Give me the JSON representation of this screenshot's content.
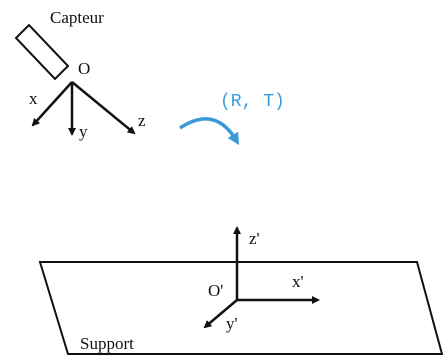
{
  "sensor": {
    "label": "Capteur",
    "origin": "O",
    "axis_x": "x",
    "axis_y": "y",
    "axis_z": "z"
  },
  "transform": {
    "label": "(R, T)",
    "color": "#3a9ad9"
  },
  "support": {
    "label": "Support",
    "origin": "O'",
    "axis_x": "x'",
    "axis_y": "y'",
    "axis_z": "z'"
  },
  "colors": {
    "ink": "#111111",
    "accent": "#3a9ad9"
  }
}
